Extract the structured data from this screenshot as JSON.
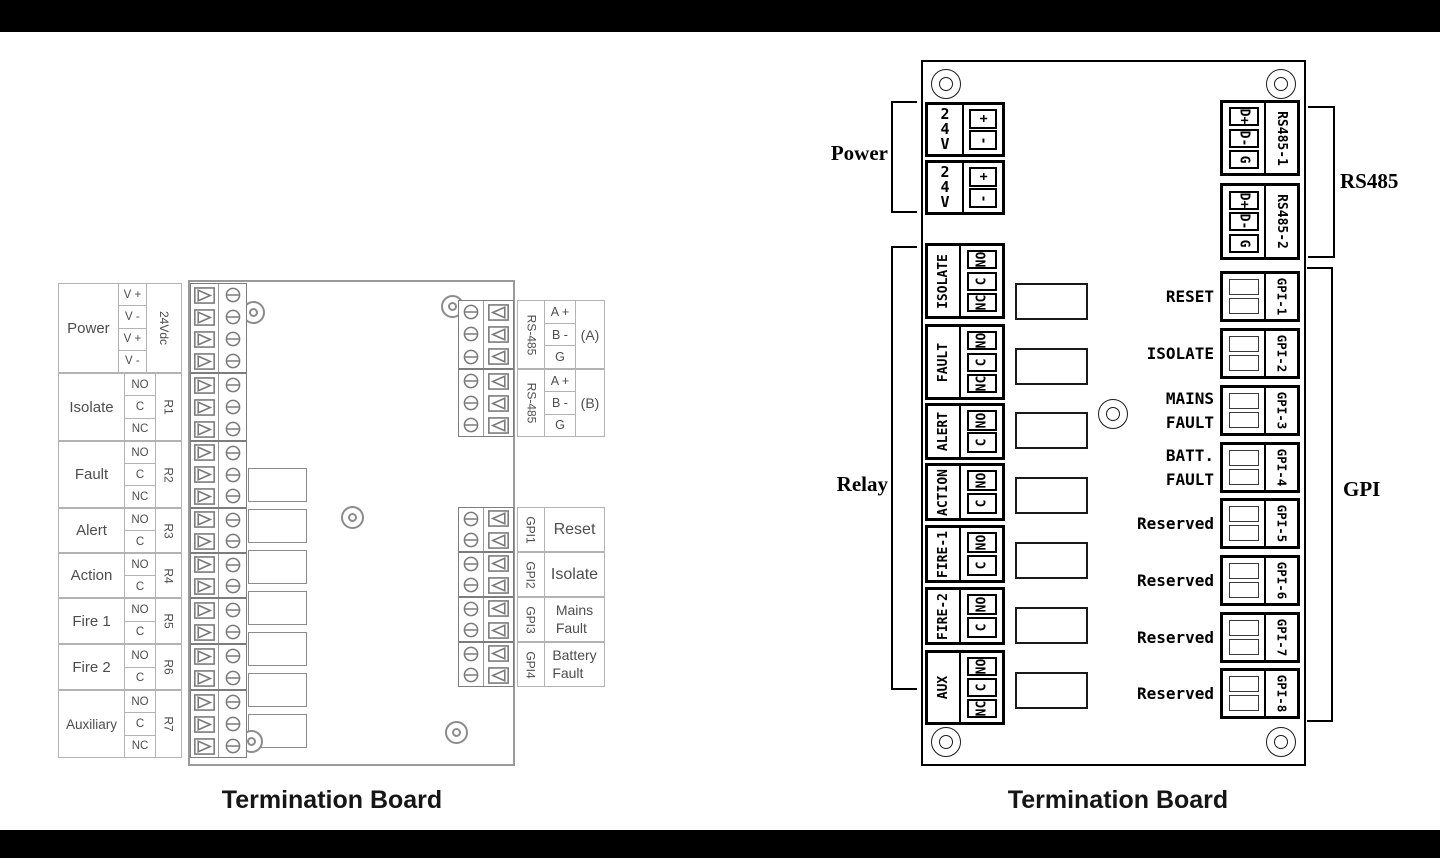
{
  "left": {
    "title": "Termination Board",
    "rows": [
      {
        "label": "Power",
        "name": "24Vdc",
        "pins": [
          "V +",
          "V -",
          "V +",
          "V -"
        ]
      },
      {
        "label": "Isolate",
        "name": "R1",
        "pins": [
          "NO",
          "C",
          "NC"
        ]
      },
      {
        "label": "Fault",
        "name": "R2",
        "pins": [
          "NO",
          "C",
          "NC"
        ]
      },
      {
        "label": "Alert",
        "name": "R3",
        "pins": [
          "NO",
          "C"
        ]
      },
      {
        "label": "Action",
        "name": "R4",
        "pins": [
          "NO",
          "C"
        ]
      },
      {
        "label": "Fire 1",
        "name": "R5",
        "pins": [
          "NO",
          "C"
        ]
      },
      {
        "label": "Fire 2",
        "name": "R6",
        "pins": [
          "NO",
          "C"
        ]
      },
      {
        "label": "Auxiliary",
        "name": "R7",
        "pins": [
          "NO",
          "C",
          "NC"
        ]
      }
    ],
    "rs485": [
      {
        "name": "RS-485",
        "pins": [
          "A +",
          "B -",
          "G"
        ],
        "port": "(A)"
      },
      {
        "name": "RS-485",
        "pins": [
          "A +",
          "B -",
          "G"
        ],
        "port": "(B)"
      }
    ],
    "gpi": [
      {
        "name": "GPI1",
        "label": "Reset"
      },
      {
        "name": "GPI2",
        "label": "Isolate"
      },
      {
        "name": "GPI3",
        "label": "Mains\nFault"
      },
      {
        "name": "GPI4",
        "label": "Battery\nFault"
      }
    ]
  },
  "right": {
    "title": "Termination Board",
    "power": {
      "label": "Power",
      "blocks": [
        {
          "name": "24V",
          "pins": [
            "+",
            "-"
          ]
        },
        {
          "name": "24V",
          "pins": [
            "+",
            "-"
          ]
        }
      ]
    },
    "relay": {
      "label": "Relay",
      "blocks": [
        {
          "name": "ISOLATE",
          "pins": [
            "NO",
            "C",
            "NC"
          ]
        },
        {
          "name": "FAULT",
          "pins": [
            "NO",
            "C",
            "NC"
          ]
        },
        {
          "name": "ALERT",
          "pins": [
            "NO",
            "C"
          ]
        },
        {
          "name": "ACTION",
          "pins": [
            "NO",
            "C"
          ]
        },
        {
          "name": "FIRE-1",
          "pins": [
            "NO",
            "C"
          ]
        },
        {
          "name": "FIRE-2",
          "pins": [
            "NO",
            "C"
          ]
        },
        {
          "name": "AUX",
          "pins": [
            "NO",
            "C",
            "NC"
          ]
        }
      ]
    },
    "rs485": {
      "label": "RS485",
      "blocks": [
        {
          "name": "RS485-1",
          "pins": [
            "D+",
            "D-",
            "G"
          ]
        },
        {
          "name": "RS485-2",
          "pins": [
            "D+",
            "D-",
            "G"
          ]
        }
      ]
    },
    "gpi": {
      "label": "GPI",
      "blocks": [
        {
          "name": "GPI-1",
          "label": "RESET"
        },
        {
          "name": "GPI-2",
          "label": "ISOLATE"
        },
        {
          "name": "GPI-3",
          "label": "MAINS\nFAULT"
        },
        {
          "name": "GPI-4",
          "label": "BATT.\nFAULT"
        },
        {
          "name": "GPI-5",
          "label": "Reserved"
        },
        {
          "name": "GPI-6",
          "label": "Reserved"
        },
        {
          "name": "GPI-7",
          "label": "Reserved"
        },
        {
          "name": "GPI-8",
          "label": "Reserved"
        }
      ]
    }
  }
}
